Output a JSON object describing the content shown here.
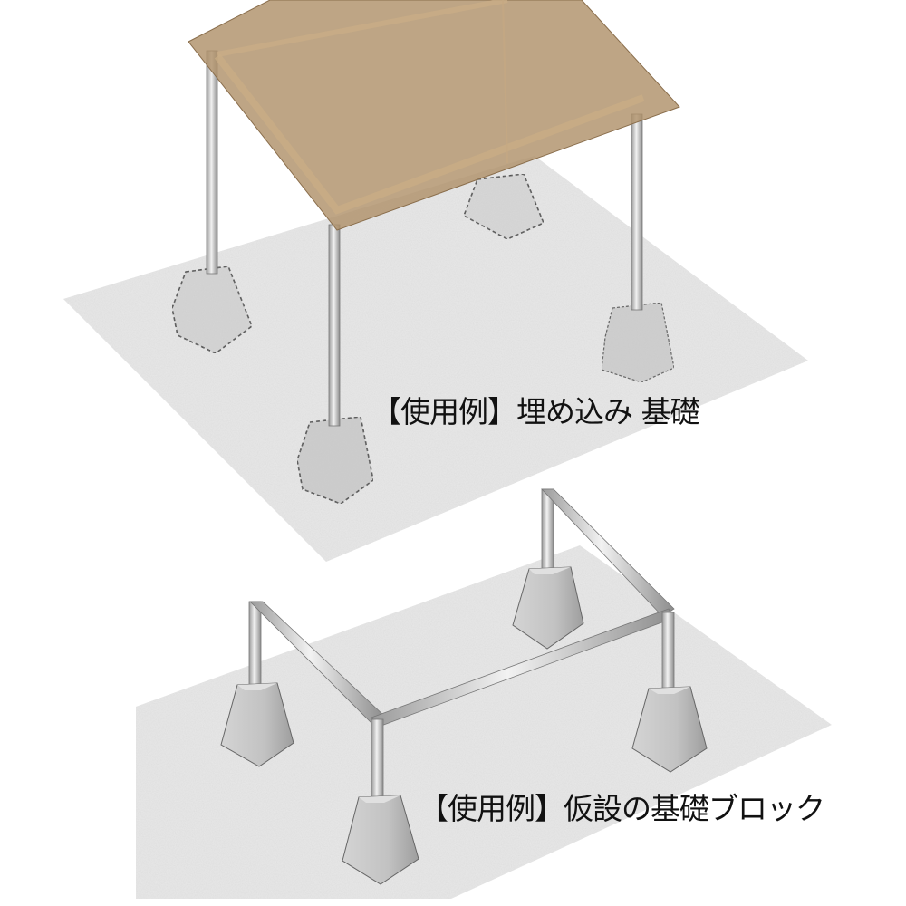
{
  "captions": {
    "top": "【使用例】埋め込み 基礎",
    "bottom": "【使用例】仮設の基礎ブロック"
  },
  "colors": {
    "ground": "#e6e6e6",
    "canopy": "#b89a72",
    "pipe": "#c9c9c9",
    "block": "#bdbdbd",
    "text": "#111111"
  },
  "scenes": [
    {
      "id": "embedded-foundation",
      "blocks": 4,
      "posts": 4,
      "has_canopy": true
    },
    {
      "id": "temporary-foundation-block",
      "blocks": 4,
      "posts": 4,
      "has_canopy": false
    }
  ]
}
